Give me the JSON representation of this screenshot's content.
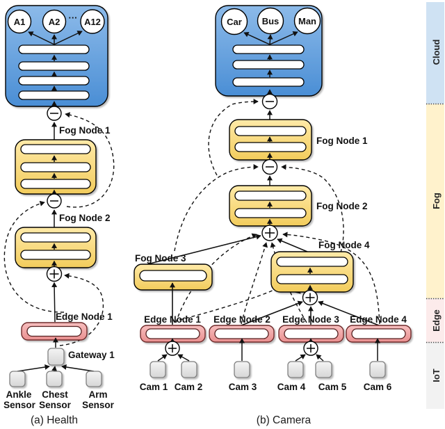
{
  "captions": {
    "a": "(a) Health",
    "b": "(b) Camera"
  },
  "health": {
    "apps": [
      "A1",
      "A2",
      "A12"
    ],
    "apps_ellipsis": "···",
    "fog_node_1": "Fog Node 1",
    "fog_node_2": "Fog Node 2",
    "edge_node_1": "Edge Node 1",
    "gateway_1": "Gateway 1",
    "sensors": [
      {
        "l1": "Ankle",
        "l2": "Sensor"
      },
      {
        "l1": "Chest",
        "l2": "Sensor"
      },
      {
        "l1": "Arm",
        "l2": "Sensor"
      }
    ]
  },
  "camera": {
    "apps": [
      "Car",
      "Bus",
      "Man"
    ],
    "fog_nodes": [
      "Fog Node 1",
      "Fog Node 2",
      "Fog Node 3",
      "Fog Node 4"
    ],
    "edge_nodes": [
      "Edge Node 1",
      "Edge Node 2",
      "Edge Node 3",
      "Edge Node 4"
    ],
    "cams": [
      "Cam 1",
      "Cam 2",
      "Cam 3",
      "Cam 4",
      "Cam 5",
      "Cam 6"
    ]
  },
  "layers": [
    {
      "label": "Cloud",
      "color": "#cfe2f3"
    },
    {
      "label": "Fog",
      "color": "#fff2cc"
    },
    {
      "label": "Edge",
      "color": "#fcebeb"
    },
    {
      "label": "IoT",
      "color": "#f2f2f2"
    }
  ],
  "palette": {
    "cloud_box_top": "#8cbae9",
    "cloud_box_bottom": "#4a8ed5",
    "fog_box_top": "#ffeaa8",
    "fog_box_bottom": "#f2cc5c",
    "edge_box_top": "#f7bfbf",
    "edge_box_bottom": "#e98f8f",
    "device_top": "#f4f4f4",
    "device_bottom": "#d6d6d6"
  }
}
